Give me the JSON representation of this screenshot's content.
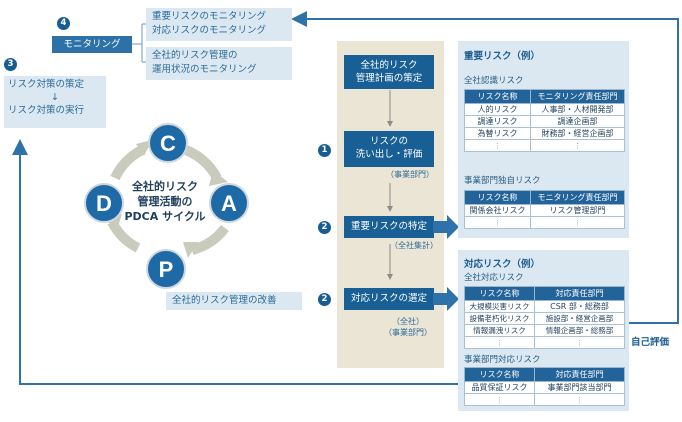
{
  "monitoring": {
    "step": "4",
    "label": "モニタリング",
    "items": [
      "重要リスクのモニタリング",
      "対応リスクのモニタリング"
    ],
    "items2": [
      "全社的リスク管理の",
      "運用状況のモニタリング"
    ]
  },
  "left": {
    "step": "3",
    "policy": "リスク対策の策定",
    "down_arrow": "↓",
    "execution": "リスク対策の実行"
  },
  "cycle": {
    "title": [
      "全社的リスク",
      "管理活動の",
      "PDCA サイクル"
    ],
    "letters": {
      "c": "C",
      "a": "A",
      "p": "P",
      "d": "D"
    },
    "improvement": "全社的リスク管理の改善"
  },
  "process": {
    "plan": [
      "全社的リスク",
      "管理計画の策定"
    ],
    "step1": {
      "num": "1",
      "box": [
        "リスクの",
        "洗い出し・評価"
      ],
      "sub": "（事業部門）"
    },
    "step2a": {
      "num": "2",
      "box": "重要リスクの特定",
      "sub": "（全社集計）"
    },
    "step2b": {
      "num": "2",
      "box": "対応リスクの選定",
      "sub": [
        "（全社）",
        "（事業部門）"
      ]
    }
  },
  "important": {
    "title": "重要リスク（例）",
    "corp_label": "全社認識リスク",
    "corp_headers": [
      "リスク名称",
      "モニタリング責任部門"
    ],
    "corp_rows": [
      [
        "人的リスク",
        "人事部・人材開発部"
      ],
      [
        "調達リスク",
        "調達企画部"
      ],
      [
        "為替リスク",
        "財務部・経営企画部"
      ],
      [
        "⋮",
        "⋮"
      ]
    ],
    "div_label": "事業部門独自リスク",
    "div_headers": [
      "リスク名称",
      "モニタリング責任部門"
    ],
    "div_rows": [
      [
        "関係会社リスク",
        "リスク管理部門"
      ],
      [
        "⋮",
        "⋮"
      ]
    ]
  },
  "response": {
    "title": "対応リスク（例）",
    "corp_label": "全社対応リスク",
    "corp_headers": [
      "リスク名称",
      "対応責任部門"
    ],
    "corp_rows": [
      [
        "大規模災害リスク",
        "CSR 部・総務部"
      ],
      [
        "設備老朽化リスク",
        "施設部・経営企画部"
      ],
      [
        "情報漏洩リスク",
        "情報企画部・総務部"
      ],
      [
        "⋮",
        "⋮"
      ]
    ],
    "div_label": "事業部門対応リスク",
    "div_headers": [
      "リスク名称",
      "対応責任部門"
    ],
    "div_rows": [
      [
        "品質保証リスク",
        "事業部門該当部門"
      ],
      [
        "⋮",
        "⋮"
      ]
    ]
  },
  "self_eval": "自己評価",
  "colors": {
    "dark_blue": "#185f95",
    "light_blue": "#dbe8f1",
    "arrow_blue": "#2f72aa",
    "beige": "#ebe5d5",
    "cycle_gray": "#c9cbbc"
  }
}
